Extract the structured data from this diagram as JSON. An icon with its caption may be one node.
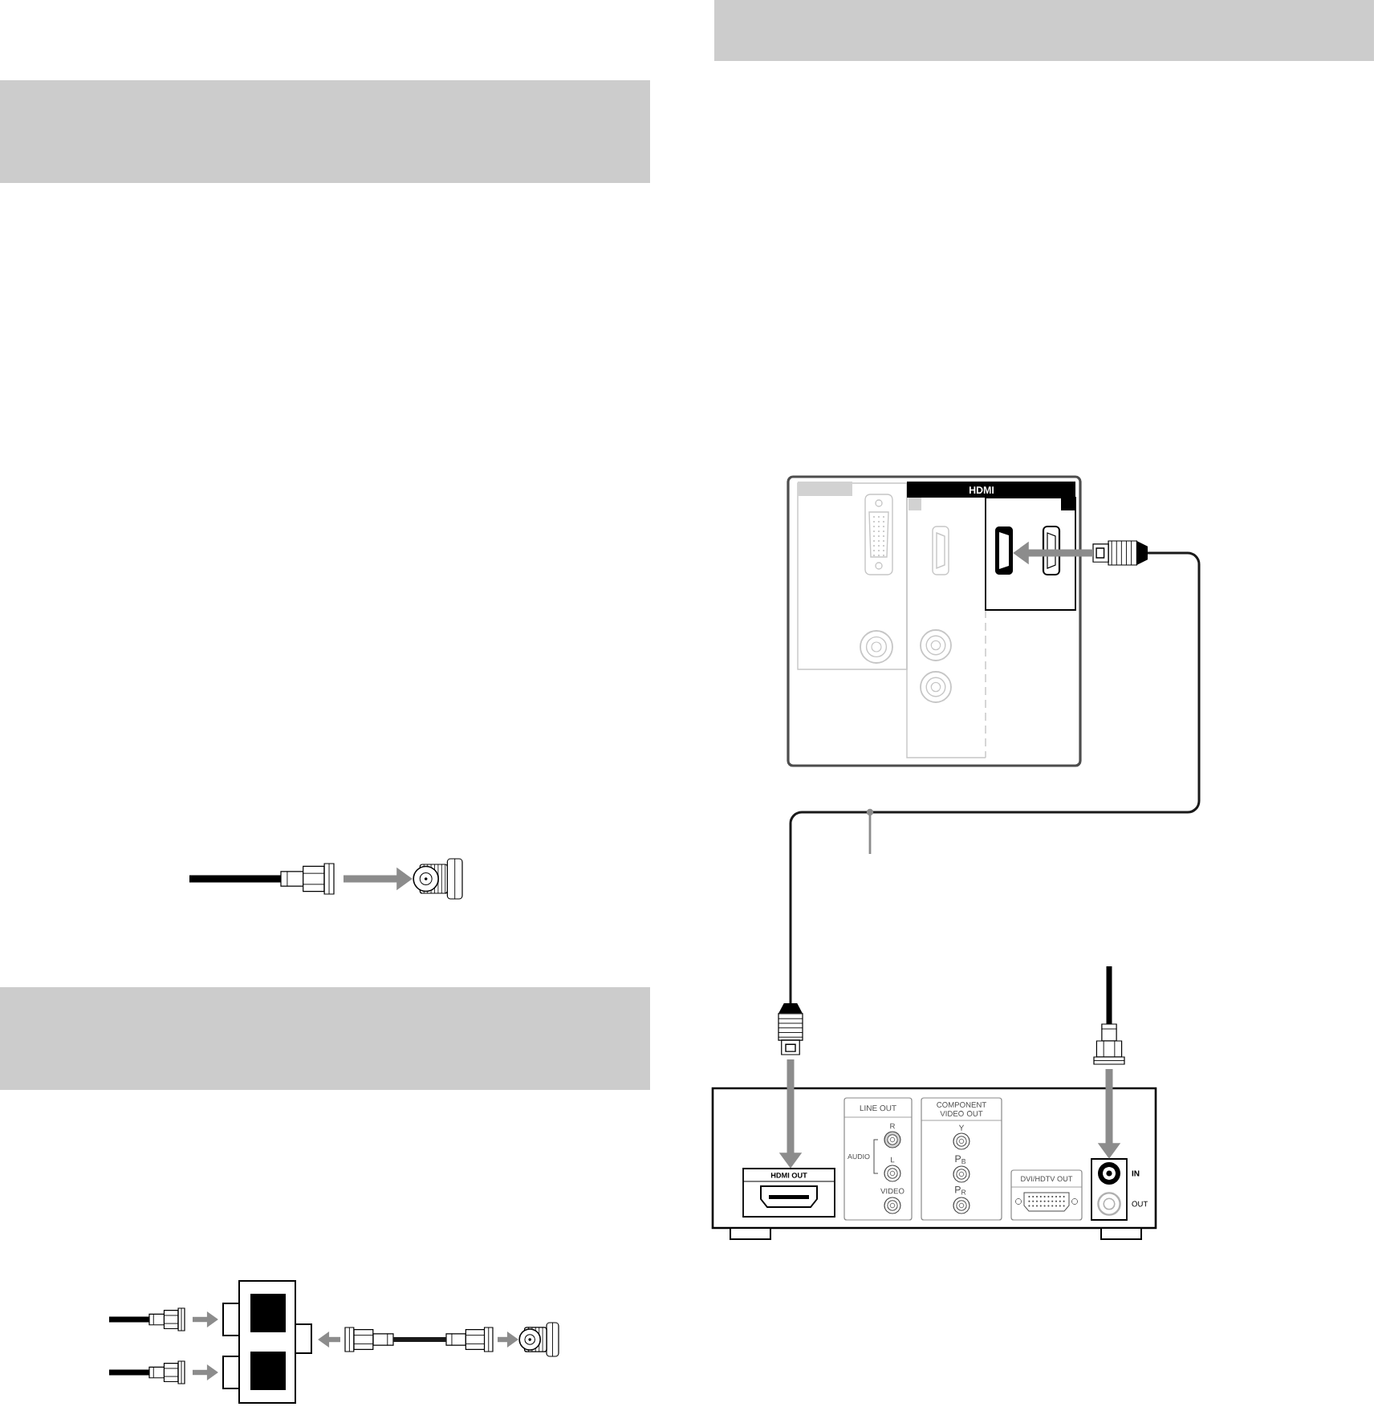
{
  "diagram": {
    "nodes": [
      {
        "text": [],
        "shape": "bar"
      },
      {
        "text": [],
        "shape": "picture"
      },
      {
        "text": [],
        "shape": "picture"
      },
      {
        "text": [],
        "shape": "bar"
      },
      {
        "text": [],
        "shape": "picture"
      },
      {
        "text": [],
        "shape": "picture"
      },
      {
        "text": [],
        "shape": "picture"
      },
      {
        "text": [],
        "shape": "picture"
      },
      {
        "text": [],
        "shape": "picture"
      },
      {
        "text": [],
        "shape": "picture"
      },
      {
        "text": [],
        "shape": "bar"
      },
      {
        "text": [],
        "shape": "box"
      },
      {
        "text": [
          "HDMI"
        ],
        "in": 11
      },
      {
        "text": [],
        "shape": "picture",
        "in": 12
      },
      {
        "text": [],
        "shape": "picture"
      },
      {
        "text": [],
        "shape": "picture"
      },
      {
        "text": [],
        "shape": "picture"
      },
      {
        "text": [],
        "shape": "box"
      },
      {
        "text": [
          "HDMI OUT"
        ],
        "in": 17
      },
      {
        "text": [
          "LINE OUT",
          "R",
          "AUDIO",
          "L",
          "VIDEO"
        ],
        "in": 17
      },
      {
        "text": [
          "COMPONENT VIDEO OUT",
          "Y",
          "P$_{B}$",
          "P$_{R}$"
        ],
        "in": 17
      },
      {
        "text": [
          "DVI/HDTV OUT"
        ],
        "in": 17
      },
      {
        "text": [
          "IN",
          "OUT"
        ],
        "in": 17
      }
    ],
    "edges": [
      {
        "from": 1,
        "to": 2,
        "arrow": "to"
      },
      {
        "from": 4,
        "to": 6,
        "arrow": "to"
      },
      {
        "from": 5,
        "to": 6,
        "arrow": "to"
      },
      {
        "from": 7,
        "to": 6,
        "arrow": "to"
      },
      {
        "from": 7,
        "to": 8,
        "arrow": "none",
        "color": "#1a1a1a"
      },
      {
        "from": 8,
        "to": 9,
        "arrow": "to"
      },
      {
        "from": 14,
        "to": 13,
        "arrow": "to"
      },
      {
        "from": 14,
        "to": 15,
        "arrow": "none",
        "color": "#1a1a1a"
      },
      {
        "from": 15,
        "to": 18,
        "arrow": "to"
      },
      {
        "from": 16,
        "to": 22,
        "arrow": "to"
      }
    ]
  }
}
